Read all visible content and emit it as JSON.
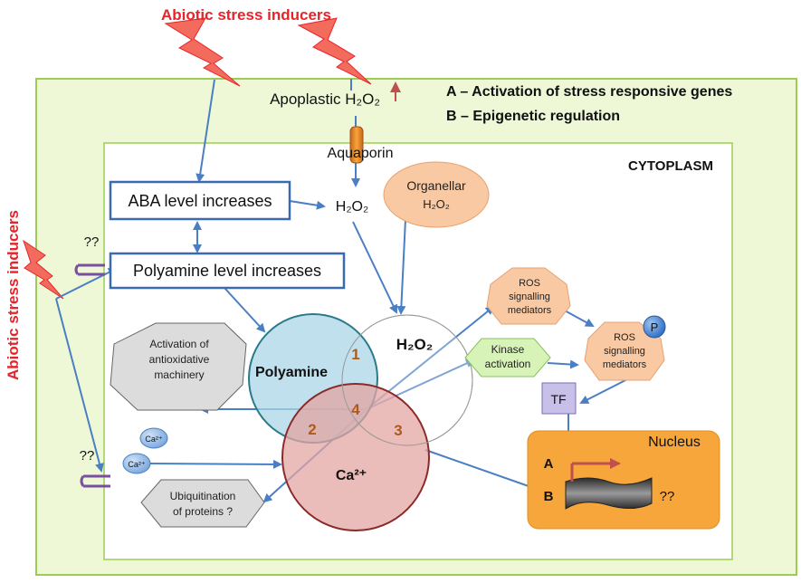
{
  "inducer_top": "Abiotic stress inducers",
  "inducer_left": "Abiotic stress inducers",
  "apoplastic": "Apoplastic H₂O₂",
  "legend": {
    "a": "A – Activation of stress responsive genes",
    "b": "B – Epigenetic regulation"
  },
  "aquaporin": "Aquaporin",
  "cytoplasm": "CYTOPLASM",
  "aba": "ABA level increases",
  "polyamine_level": "Polyamine level increases",
  "h2o2_cyto": "H₂O₂",
  "organellar": [
    "Organellar",
    "H₂O₂"
  ],
  "unknown": "??",
  "ros1": [
    "ROS",
    "signalling",
    "mediators"
  ],
  "ros2": [
    "ROS",
    "signalling",
    "mediators"
  ],
  "p": "P",
  "kinase": [
    "Kinase",
    "activation"
  ],
  "antiox": [
    "Activation of",
    "antioxidative",
    "machinery"
  ],
  "ubiq": [
    "Ubiquitination",
    "of proteins ?"
  ],
  "ca_ion": "Ca²⁺",
  "venn": {
    "polyamine": "Polyamine",
    "h2o2": "H₂O₂",
    "ca": "Ca²⁺",
    "n1": "1",
    "n2": "2",
    "n3": "3",
    "n4": "4"
  },
  "tf": "TF",
  "nucleus": "Nucleus",
  "gene_a": "A",
  "gene_b": "B",
  "colors": {
    "outer_bg": "#eef8d6",
    "outer_border": "#9ccd52",
    "arrow": "#4a7fc4",
    "box_border": "#3a6bb0",
    "stress_red": "#e8242a",
    "polyamine_fill": "#a9d6e5",
    "ca_fill": "#e3a6a3",
    "ros_fill": "#f9c9a3",
    "kinase_fill": "#d7f3b7",
    "gray_fill": "#dcdcdc",
    "tf_fill": "#c9c0ea",
    "nucleus_fill": "#f6a63a",
    "number_color": "#b05a1a"
  }
}
